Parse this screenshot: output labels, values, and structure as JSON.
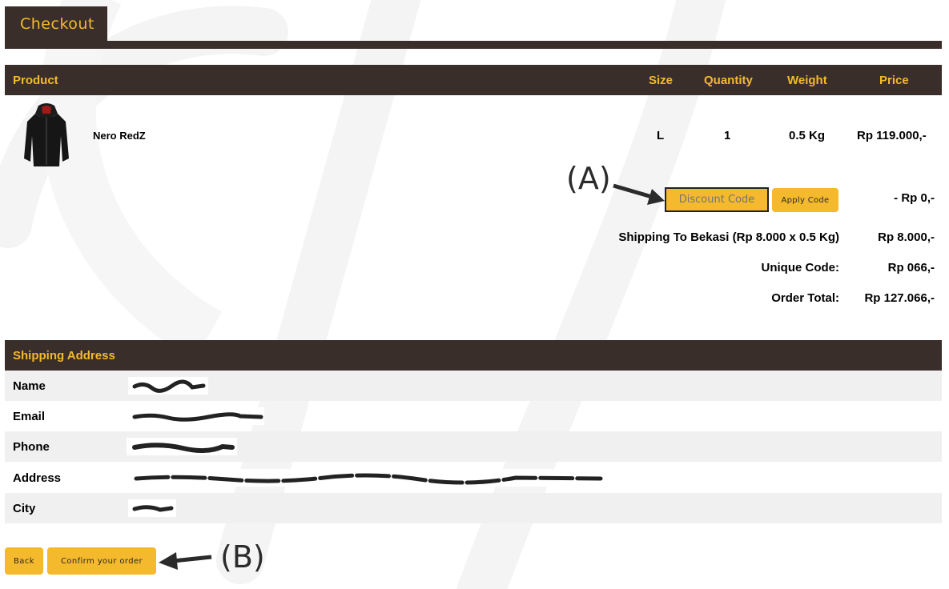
{
  "header": {
    "tab_title": "Checkout"
  },
  "table": {
    "columns": [
      "Product",
      "Size",
      "Quantity",
      "Weight",
      "Price"
    ],
    "rows": [
      {
        "name": "Nero RedZ",
        "size": "L",
        "quantity": "1",
        "weight": "0.5 Kg",
        "price": "Rp 119.000,-"
      }
    ]
  },
  "discount": {
    "placeholder": "Discount Code",
    "apply_label": "Apply Code",
    "value": "- Rp 0,-"
  },
  "summary": {
    "shipping_label": "Shipping To Bekasi (Rp 8.000 x 0.5 Kg)",
    "shipping_value": "Rp 8.000,-",
    "unique_label": "Unique Code:",
    "unique_value": "Rp 066,-",
    "total_label": "Order Total:",
    "total_value": "Rp 127.066,-"
  },
  "annotations": {
    "a": "(A)",
    "b": "(B)"
  },
  "shipping_address": {
    "title": "Shipping Address",
    "fields": [
      "Name",
      "Email",
      "Phone",
      "Address",
      "City"
    ]
  },
  "actions": {
    "back_label": "Back",
    "confirm_label": "Confirm your order"
  },
  "colors": {
    "dark": "#3a2e2b",
    "accent": "#f4b92d",
    "row_shade": "#f0f0f0"
  }
}
